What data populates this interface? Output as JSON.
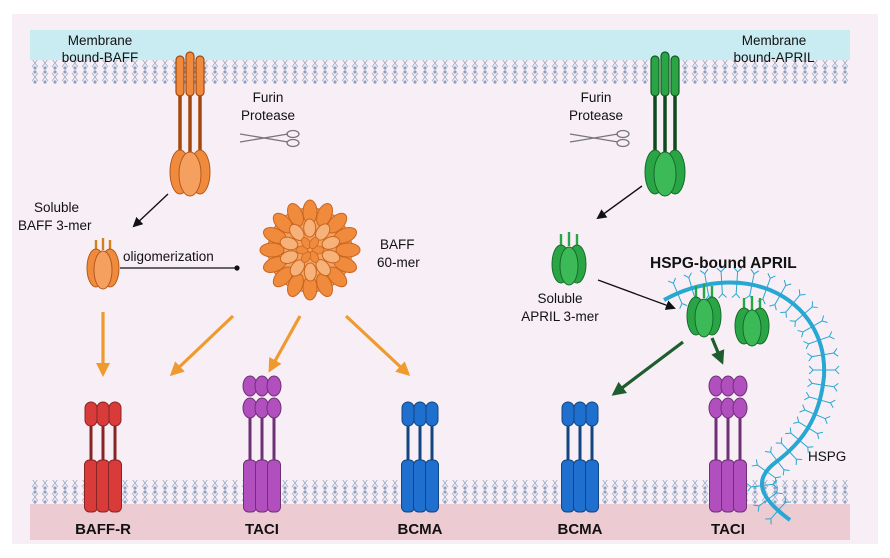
{
  "labels": {
    "membrane_baff_line1": "Membrane",
    "membrane_baff_line2": "bound-BAFF",
    "membrane_april_line1": "Membrane",
    "membrane_april_line2": "bound-APRIL",
    "furin_left_line1": "Furin",
    "furin_left_line2": "Protease",
    "furin_right_line1": "Furin",
    "furin_right_line2": "Protease",
    "soluble_baff_line1": "Soluble",
    "soluble_baff_line2": "BAFF 3-mer",
    "oligomerization": "oligomerization",
    "baff60_line1": "BAFF",
    "baff60_line2": "60-mer",
    "soluble_april_line1": "Soluble",
    "soluble_april_line2": "APRIL 3-mer",
    "hspg_bound_april": "HSPG-bound APRIL",
    "hspg": "HSPG"
  },
  "receptors": [
    {
      "id": "baff-r",
      "label": "BAFF-R",
      "color": "#d93a3a"
    },
    {
      "id": "taci-left",
      "label": "TACI",
      "color": "#b24fbf"
    },
    {
      "id": "bcma-left",
      "label": "BCMA",
      "color": "#1e6fce"
    },
    {
      "id": "bcma-right",
      "label": "BCMA",
      "color": "#1e6fce"
    },
    {
      "id": "taci-right",
      "label": "TACI",
      "color": "#b24fbf"
    }
  ],
  "colors": {
    "panel_bg": "#f7eff5",
    "membrane_top": "#c9ecf3",
    "membrane_bottom": "#eccbd2",
    "baff": "#f08a3c",
    "baff_dark": "#a4470f",
    "april": "#2aa545",
    "april_dark": "#0f5c23",
    "arrow_orange": "#ef9a2e",
    "arrow_green": "#1e5d2e",
    "hspg": "#27a7d2"
  }
}
